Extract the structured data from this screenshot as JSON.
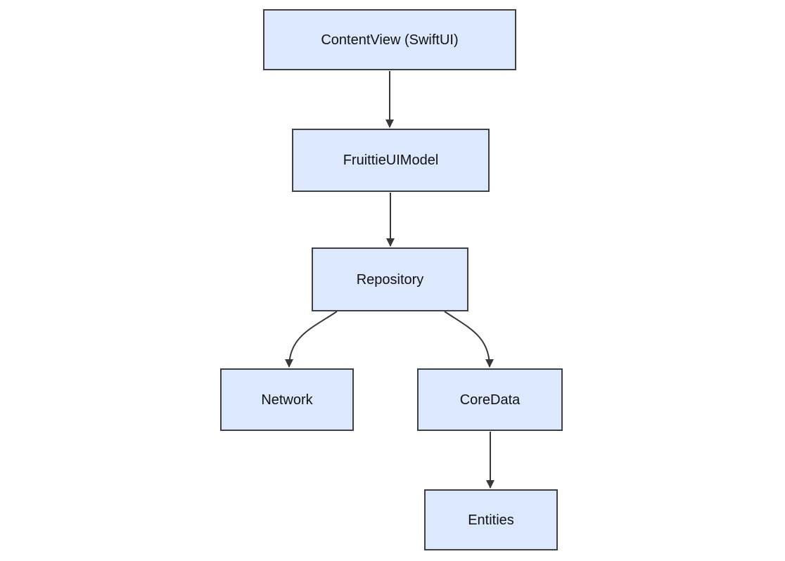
{
  "page": {
    "background": "#ffffff"
  },
  "diagram": {
    "type": "flowchart",
    "direction": "top-down",
    "nodes": [
      {
        "id": "contentview",
        "label": "ContentView (SwiftUI)"
      },
      {
        "id": "fruittieuimodel",
        "label": "FruittieUIModel"
      },
      {
        "id": "repository",
        "label": "Repository"
      },
      {
        "id": "network",
        "label": "Network"
      },
      {
        "id": "coredata",
        "label": "CoreData"
      },
      {
        "id": "entities",
        "label": "Entities"
      }
    ],
    "edges": [
      {
        "from": "contentview",
        "to": "fruittieuimodel",
        "style": "arrow",
        "shape": "straight"
      },
      {
        "from": "fruittieuimodel",
        "to": "repository",
        "style": "arrow",
        "shape": "straight"
      },
      {
        "from": "repository",
        "to": "network",
        "style": "arrow",
        "shape": "curved"
      },
      {
        "from": "repository",
        "to": "coredata",
        "style": "arrow",
        "shape": "curved"
      },
      {
        "from": "coredata",
        "to": "entities",
        "style": "arrow",
        "shape": "straight"
      }
    ],
    "colors": {
      "node_fill": "#dbe8fd",
      "node_border": "#404040",
      "edge_stroke": "#383838",
      "label_text": "#111111",
      "background": "#ffffff"
    }
  }
}
